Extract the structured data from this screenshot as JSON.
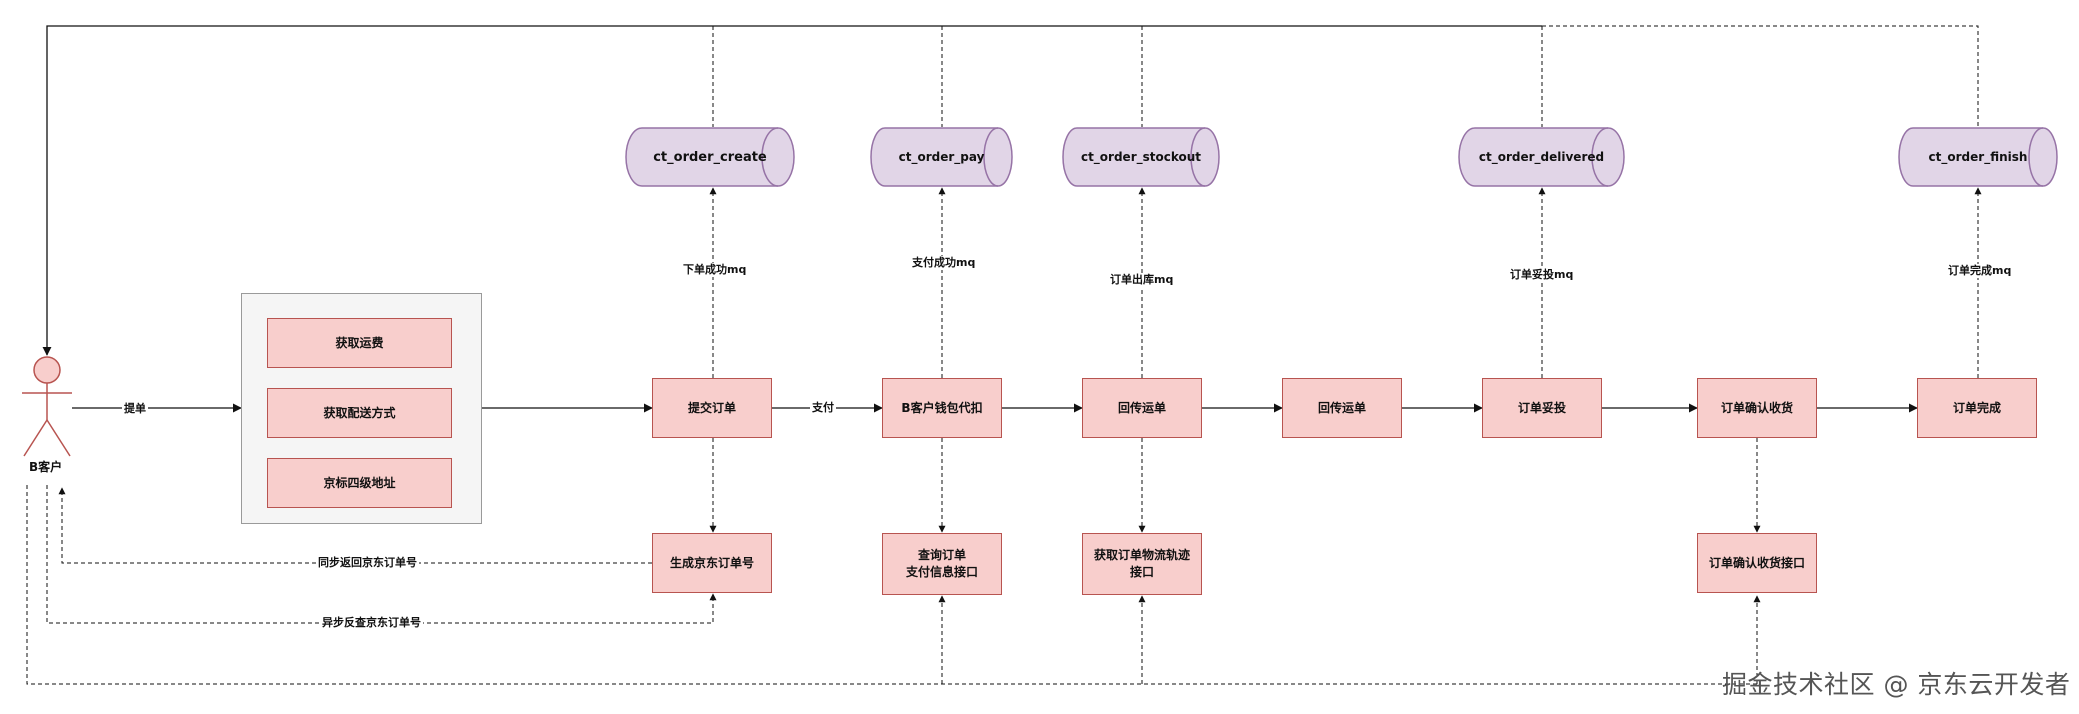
{
  "actor": {
    "label": "B客户"
  },
  "group": {
    "items": [
      "获取运费",
      "获取配送方式",
      "京标四级地址"
    ]
  },
  "main_flow": {
    "submit_order": "提交订单",
    "wallet_deduct": "B客户钱包代扣",
    "return_waybill_1": "回传运单",
    "return_waybill_2": "回传运单",
    "order_delivered": "订单妥投",
    "confirm_receipt": "订单确认收货",
    "order_finish": "订单完成"
  },
  "sub_boxes": {
    "generate_jd_order_no": "生成京东订单号",
    "query_payment": "查询订单\n支付信息接口",
    "get_logistics": "获取订单物流轨迹\n接口",
    "confirm_receipt_api": "订单确认收货接口"
  },
  "topics": {
    "create": "ct_order_create",
    "pay": "ct_order_pay",
    "stockout": "ct_order_stockout",
    "delivered": "ct_order_delivered",
    "finish": "ct_order_finish"
  },
  "edge_labels": {
    "place_order": "提单",
    "pay": "支付",
    "mq_create": "下单成功mq",
    "mq_pay": "支付成功mq",
    "mq_stockout": "订单出库mq",
    "mq_delivered": "订单妥投mq",
    "mq_finish": "订单完成mq",
    "sync_return": "同步返回京东订单号",
    "async_query": "异步反查京东订单号"
  },
  "colors": {
    "box_fill": "#f8cecc",
    "box_stroke": "#b85450",
    "topic_fill": "#e1d5e7",
    "topic_stroke": "#9673a6",
    "group_fill": "#f5f5f5"
  },
  "watermark": "掘金技术社区 @ 京东云开发者"
}
